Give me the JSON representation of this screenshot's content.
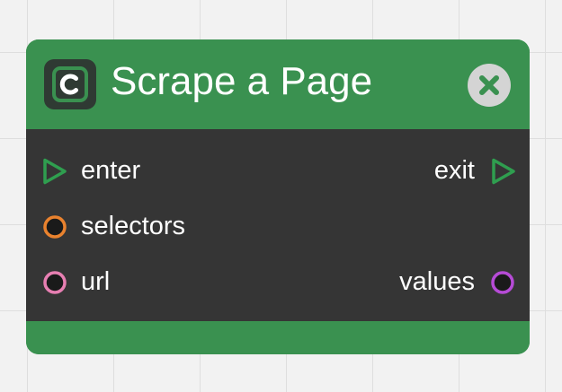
{
  "node": {
    "title": "Scrape a Page",
    "icon": "node-c-icon",
    "close_icon": "close-icon",
    "colors": {
      "header": "#3a9150",
      "body": "#353535",
      "exec_port": "#2f9e4f",
      "selectors_port": "#e9822e",
      "url_port": "#e77fb2",
      "values_port": "#b64bd6"
    },
    "inputs": [
      {
        "label": "enter",
        "kind": "exec"
      },
      {
        "label": "selectors",
        "kind": "data"
      },
      {
        "label": "url",
        "kind": "data"
      }
    ],
    "outputs": [
      {
        "label": "exit",
        "kind": "exec"
      },
      {
        "label": "values",
        "kind": "data"
      }
    ]
  }
}
